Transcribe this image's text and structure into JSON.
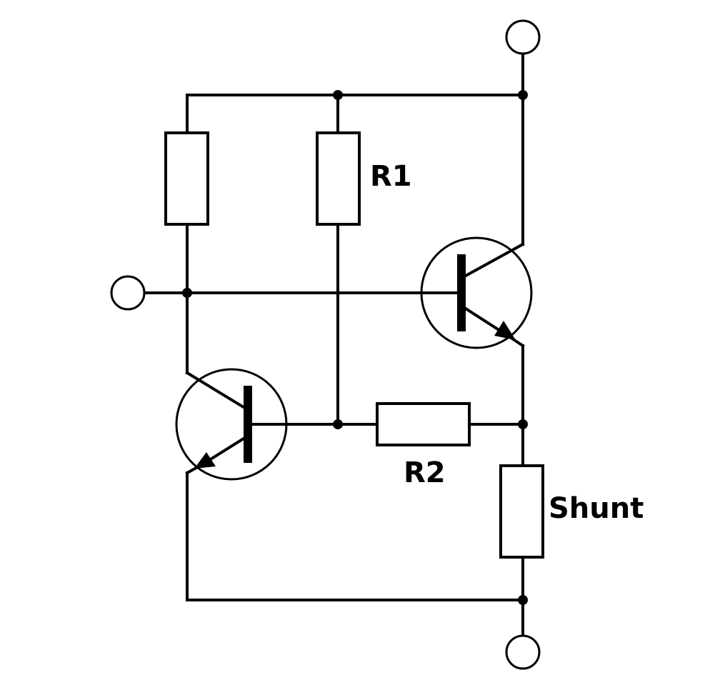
{
  "labels": {
    "r1": "R1",
    "r2": "R2",
    "shunt": "Shunt"
  },
  "components": [
    {
      "id": "resistor-left",
      "type": "resistor"
    },
    {
      "id": "R1",
      "type": "resistor"
    },
    {
      "id": "R2",
      "type": "resistor"
    },
    {
      "id": "Shunt",
      "type": "resistor"
    },
    {
      "id": "transistor-upper",
      "type": "npn-transistor"
    },
    {
      "id": "transistor-lower",
      "type": "npn-transistor"
    }
  ],
  "terminals": [
    "top",
    "left",
    "bottom"
  ],
  "colors": {
    "stroke": "#000000",
    "background": "#ffffff"
  }
}
